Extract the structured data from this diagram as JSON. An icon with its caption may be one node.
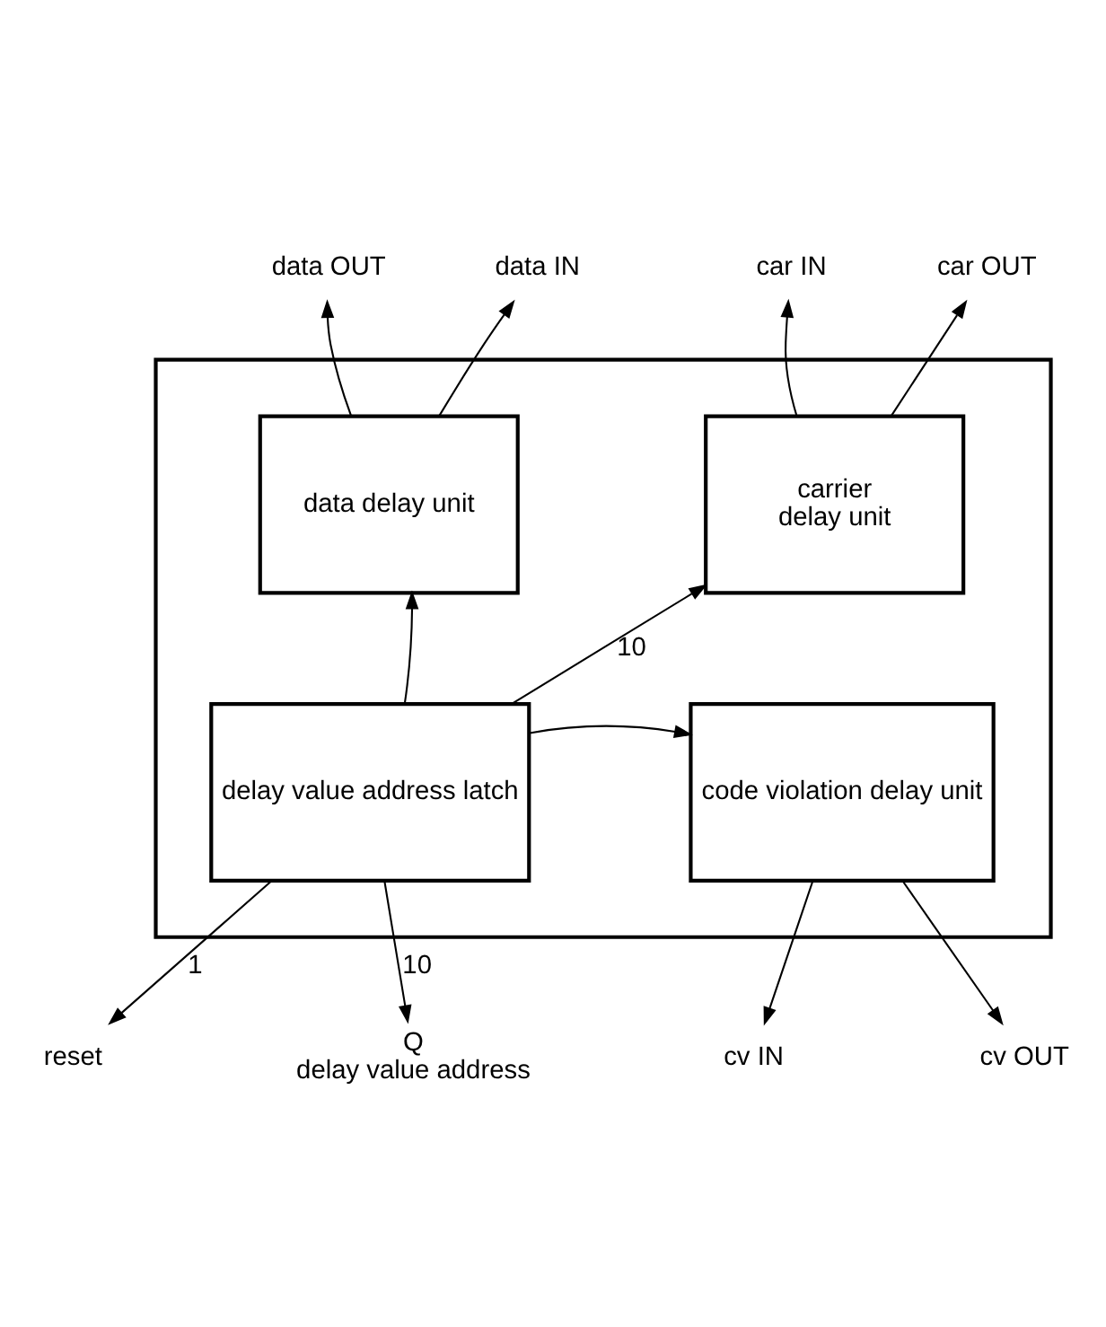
{
  "diagram": {
    "nodes": [
      {
        "text": [],
        "shape": "box"
      },
      {
        "text": [
          "data OUT"
        ]
      },
      {
        "text": [
          "data IN"
        ]
      },
      {
        "text": [
          "car IN"
        ]
      },
      {
        "text": [
          "car OUT"
        ]
      },
      {
        "text": [
          "data delay unit"
        ],
        "in": 0
      },
      {
        "text": [
          "carrier",
          "delay unit"
        ],
        "in": 0
      },
      {
        "text": [
          "delay value address latch"
        ],
        "in": 0
      },
      {
        "text": [
          "code violation delay unit"
        ],
        "in": 0
      },
      {
        "text": [
          "reset"
        ]
      },
      {
        "text": [
          "Q"
        ],
        "beside": [
          "delay value address"
        ]
      },
      {
        "text": [
          "cv IN"
        ]
      },
      {
        "text": [
          "cv OUT"
        ]
      }
    ],
    "edges": [
      {
        "from": 5,
        "to": 1,
        "arrow": "to"
      },
      {
        "from": 5,
        "to": 2,
        "arrow": "to"
      },
      {
        "from": 6,
        "to": 3,
        "arrow": "to"
      },
      {
        "from": 6,
        "to": 4,
        "arrow": "to"
      },
      {
        "from": 7,
        "to": 5,
        "arrow": "to"
      },
      {
        "from": 7,
        "to": 6,
        "arrow": "to",
        "label": "10"
      },
      {
        "from": 7,
        "to": 8,
        "arrow": "to"
      },
      {
        "from": 7,
        "to": 9,
        "arrow": "to",
        "label": "1"
      },
      {
        "from": 7,
        "to": 10,
        "arrow": "to",
        "label": "10"
      },
      {
        "from": 8,
        "to": 11,
        "arrow": "to"
      },
      {
        "from": 8,
        "to": 12,
        "arrow": "to"
      }
    ]
  }
}
